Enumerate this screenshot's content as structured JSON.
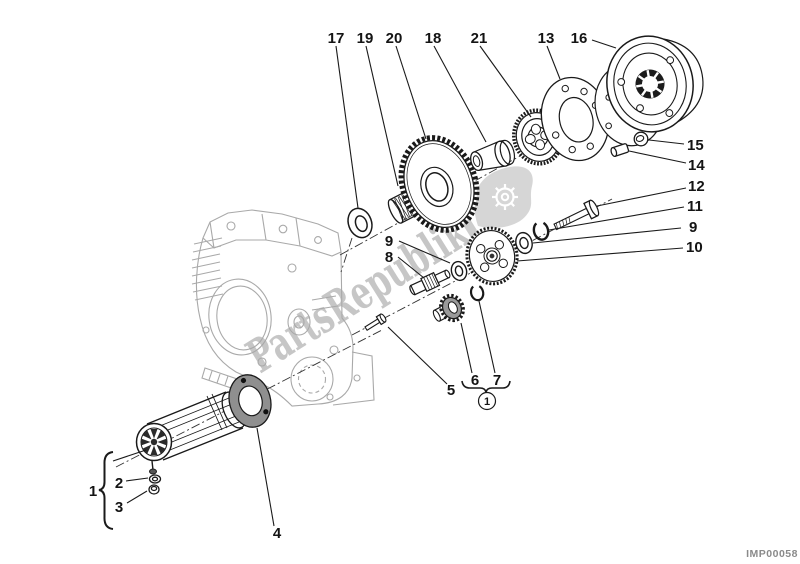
{
  "figure": {
    "code": "IMP00058",
    "type": "exploded-parts-diagram",
    "subject": "engine starting motor, idler gears, starter clutch and flywheel"
  },
  "watermark": {
    "text": "PartsRepublik",
    "logo_icon": "gear-icon",
    "color": "#b9b9b9"
  },
  "colors": {
    "background": "#ffffff",
    "line": "#1a1a1a",
    "crankcase_line": "#a9a9a9",
    "gasket_fill": "#8f8f8f",
    "watermark_gray": "#b9b9b9"
  },
  "callouts": [
    {
      "label": "17"
    },
    {
      "label": "19"
    },
    {
      "label": "20"
    },
    {
      "label": "18"
    },
    {
      "label": "21"
    },
    {
      "label": "13"
    },
    {
      "label": "16"
    },
    {
      "label": "15"
    },
    {
      "label": "14"
    },
    {
      "label": "12"
    },
    {
      "label": "11"
    },
    {
      "label": "9"
    },
    {
      "label": "10"
    },
    {
      "label": "9"
    },
    {
      "label": "8"
    },
    {
      "label": "5"
    },
    {
      "label": "6"
    },
    {
      "label": "7"
    },
    {
      "label": "4"
    },
    {
      "label": "1"
    },
    {
      "label": "2"
    },
    {
      "label": "3"
    },
    {
      "label": "1"
    }
  ]
}
